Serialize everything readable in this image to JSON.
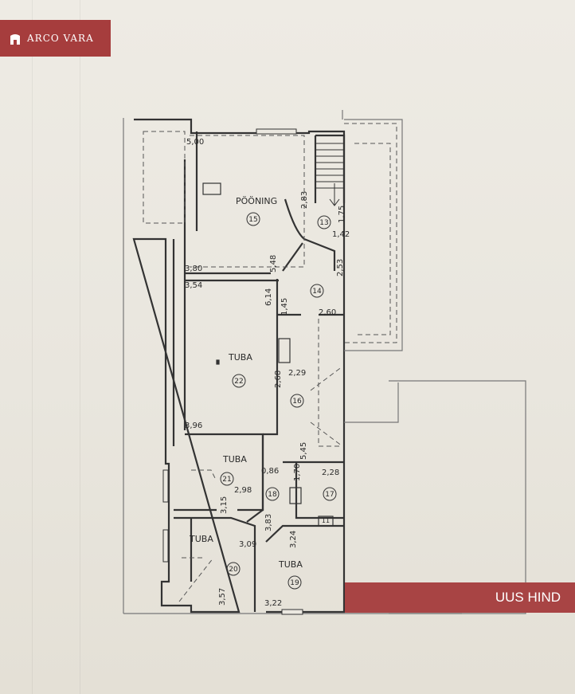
{
  "brand": {
    "name": "ARCO VARA",
    "color": "#a63d3d"
  },
  "banner": {
    "label": "UUS HIND",
    "color": "#a84444"
  },
  "rooms": [
    {
      "id": "room-15",
      "name": "PÖÖNING",
      "number": "15"
    },
    {
      "id": "room-13",
      "name": "",
      "number": "13"
    },
    {
      "id": "room-14",
      "name": "",
      "number": "14"
    },
    {
      "id": "room-22",
      "name": "TUBA",
      "number": "22"
    },
    {
      "id": "room-16",
      "name": "",
      "number": "16"
    },
    {
      "id": "room-21",
      "name": "TUBA",
      "number": "21"
    },
    {
      "id": "room-18",
      "name": "",
      "number": "18"
    },
    {
      "id": "room-17",
      "name": "",
      "number": "17"
    },
    {
      "id": "room-20",
      "name": "TUBA",
      "number": "20"
    },
    {
      "id": "room-19",
      "name": "TUBA",
      "number": "19"
    },
    {
      "id": "room-11",
      "name": "",
      "number": "11"
    }
  ],
  "dimensions": {
    "d500": "5,00",
    "d283": "2,83",
    "d175": "1,75",
    "d142": "1,42",
    "d548": "5,48",
    "d253": "2,53",
    "d380": "3,80",
    "d354": "3,54",
    "d614": "6,14",
    "d145": "1,45",
    "d260": "2,60",
    "d229": "2,29",
    "d268": "2,68",
    "d396": "3,96",
    "d545": "5,45",
    "d086": "0,86",
    "d170": "1,70",
    "d228": "2,28",
    "d298": "2,98",
    "d315": "3,15",
    "d383": "3,83",
    "d309": "3,09",
    "d324": "3,24",
    "d357": "3,57",
    "d322": "3,22"
  }
}
